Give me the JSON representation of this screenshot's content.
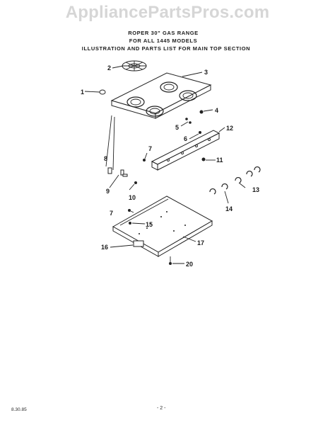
{
  "watermark": "AppliancePartsPros.com",
  "heading": {
    "line1": "ROPER 30\" GAS RANGE",
    "line2": "FOR ALL 1445    MODELS",
    "line3": "ILLUSTRATION AND PARTS LIST FOR MAIN TOP SECTION"
  },
  "callouts": [
    "1",
    "2",
    "3",
    "4",
    "5",
    "6",
    "7",
    "8",
    "9",
    "10",
    "11",
    "12",
    "13",
    "14",
    "7",
    "15",
    "16",
    "17",
    "20"
  ],
  "footer": {
    "date": "8.30.85",
    "page": "- 2 -"
  }
}
